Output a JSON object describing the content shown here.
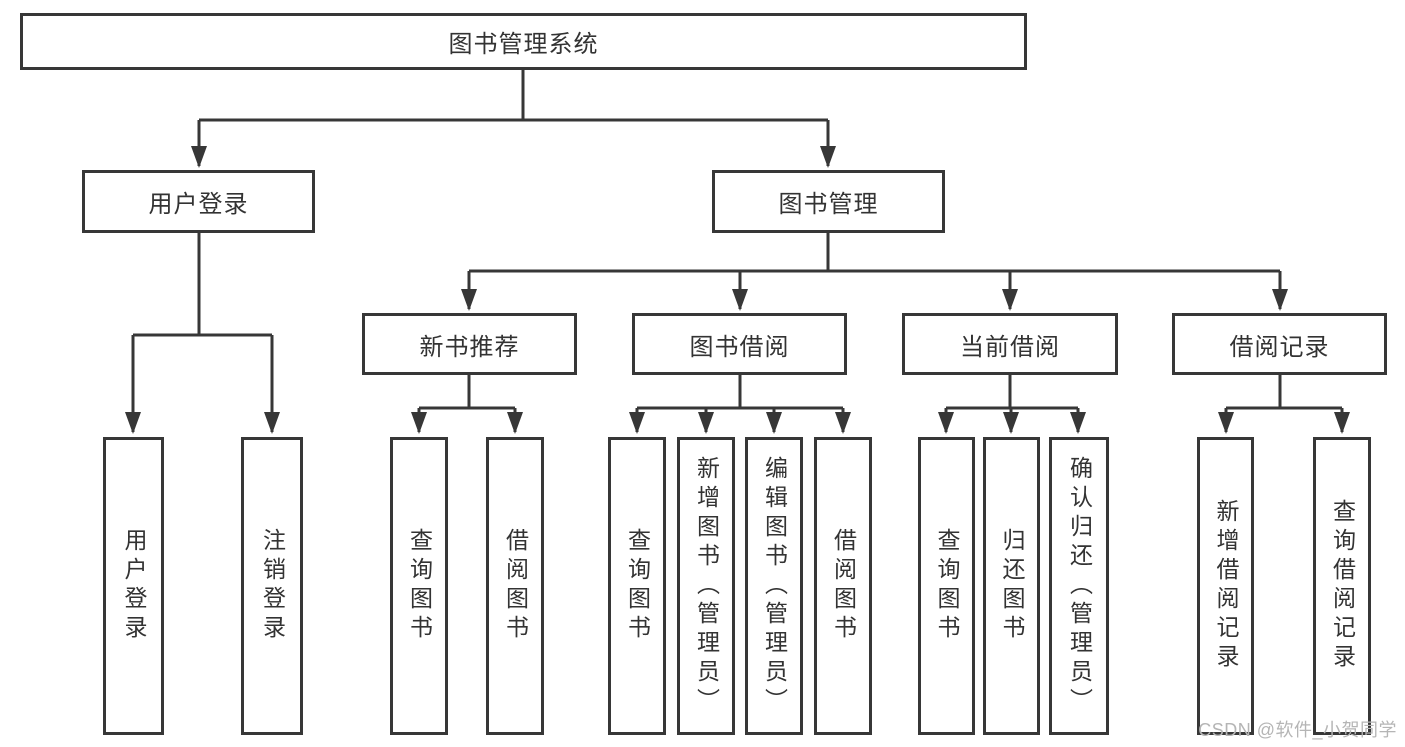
{
  "diagram": {
    "root": {
      "label": "图书管理系统"
    },
    "level2": [
      {
        "id": "user-login",
        "label": "用户登录",
        "parent": "图书管理系统"
      },
      {
        "id": "book-management",
        "label": "图书管理",
        "parent": "图书管理系统"
      }
    ],
    "level3": [
      {
        "id": "new-book-recommend",
        "label": "新书推荐",
        "parent": "图书管理"
      },
      {
        "id": "book-borrowing",
        "label": "图书借阅",
        "parent": "图书管理"
      },
      {
        "id": "current-borrowing",
        "label": "当前借阅",
        "parent": "图书管理"
      },
      {
        "id": "borrowing-records",
        "label": "借阅记录",
        "parent": "图书管理"
      }
    ],
    "leaves": [
      {
        "id": "leaf-user-login",
        "label": "用户登录",
        "parent": "用户登录"
      },
      {
        "id": "leaf-logout",
        "label": "注销登录",
        "parent": "用户登录"
      },
      {
        "id": "leaf-query-books-recommend",
        "label": "查询图书",
        "parent": "新书推荐"
      },
      {
        "id": "leaf-borrow-books-recommend",
        "label": "借阅图书",
        "parent": "新书推荐"
      },
      {
        "id": "leaf-query-books-borrowing",
        "label": "查询图书",
        "parent": "图书借阅"
      },
      {
        "id": "leaf-add-books-admin",
        "label": "新增图书（管理员）",
        "parent": "图书借阅"
      },
      {
        "id": "leaf-edit-books-admin",
        "label": "编辑图书（管理员）",
        "parent": "图书借阅"
      },
      {
        "id": "leaf-borrow-books-borrowing",
        "label": "借阅图书",
        "parent": "图书借阅"
      },
      {
        "id": "leaf-query-books-current",
        "label": "查询图书",
        "parent": "当前借阅"
      },
      {
        "id": "leaf-return-books",
        "label": "归还图书",
        "parent": "当前借阅"
      },
      {
        "id": "leaf-confirm-return-admin",
        "label": "确认归还（管理员）",
        "parent": "当前借阅"
      },
      {
        "id": "leaf-add-borrow-record",
        "label": "新增借阅记录",
        "parent": "借阅记录"
      },
      {
        "id": "leaf-query-borrow-record",
        "label": "查询借阅记录",
        "parent": "借阅记录"
      }
    ],
    "colors": {
      "line": "#373737",
      "box_border": "#373737",
      "text": "#333333",
      "background": "#ffffff",
      "watermark": "#b5b5b5"
    }
  },
  "watermark": "CSDN @软件_小贺同学"
}
